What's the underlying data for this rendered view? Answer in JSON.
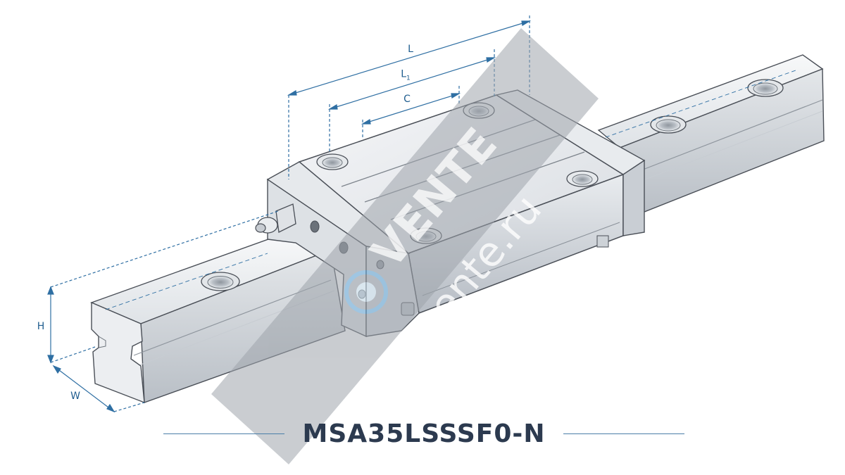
{
  "diagram": {
    "model": "MSA35LSSSF0-N",
    "dimensions": {
      "L": "L",
      "L1": "L",
      "L1_sub": "1",
      "C": "C",
      "H": "H",
      "W": "W"
    },
    "watermark": {
      "brand": "VENTE",
      "site": "movente.ru"
    },
    "colors": {
      "dimension": "#1f5d8f",
      "metal_light": "#f1f3f5",
      "metal_mid": "#d7dbe0",
      "metal_dark": "#a9b0b8",
      "outline": "#4a4f57",
      "title": "#2c3a4f",
      "watermark": "#8e949b"
    }
  }
}
